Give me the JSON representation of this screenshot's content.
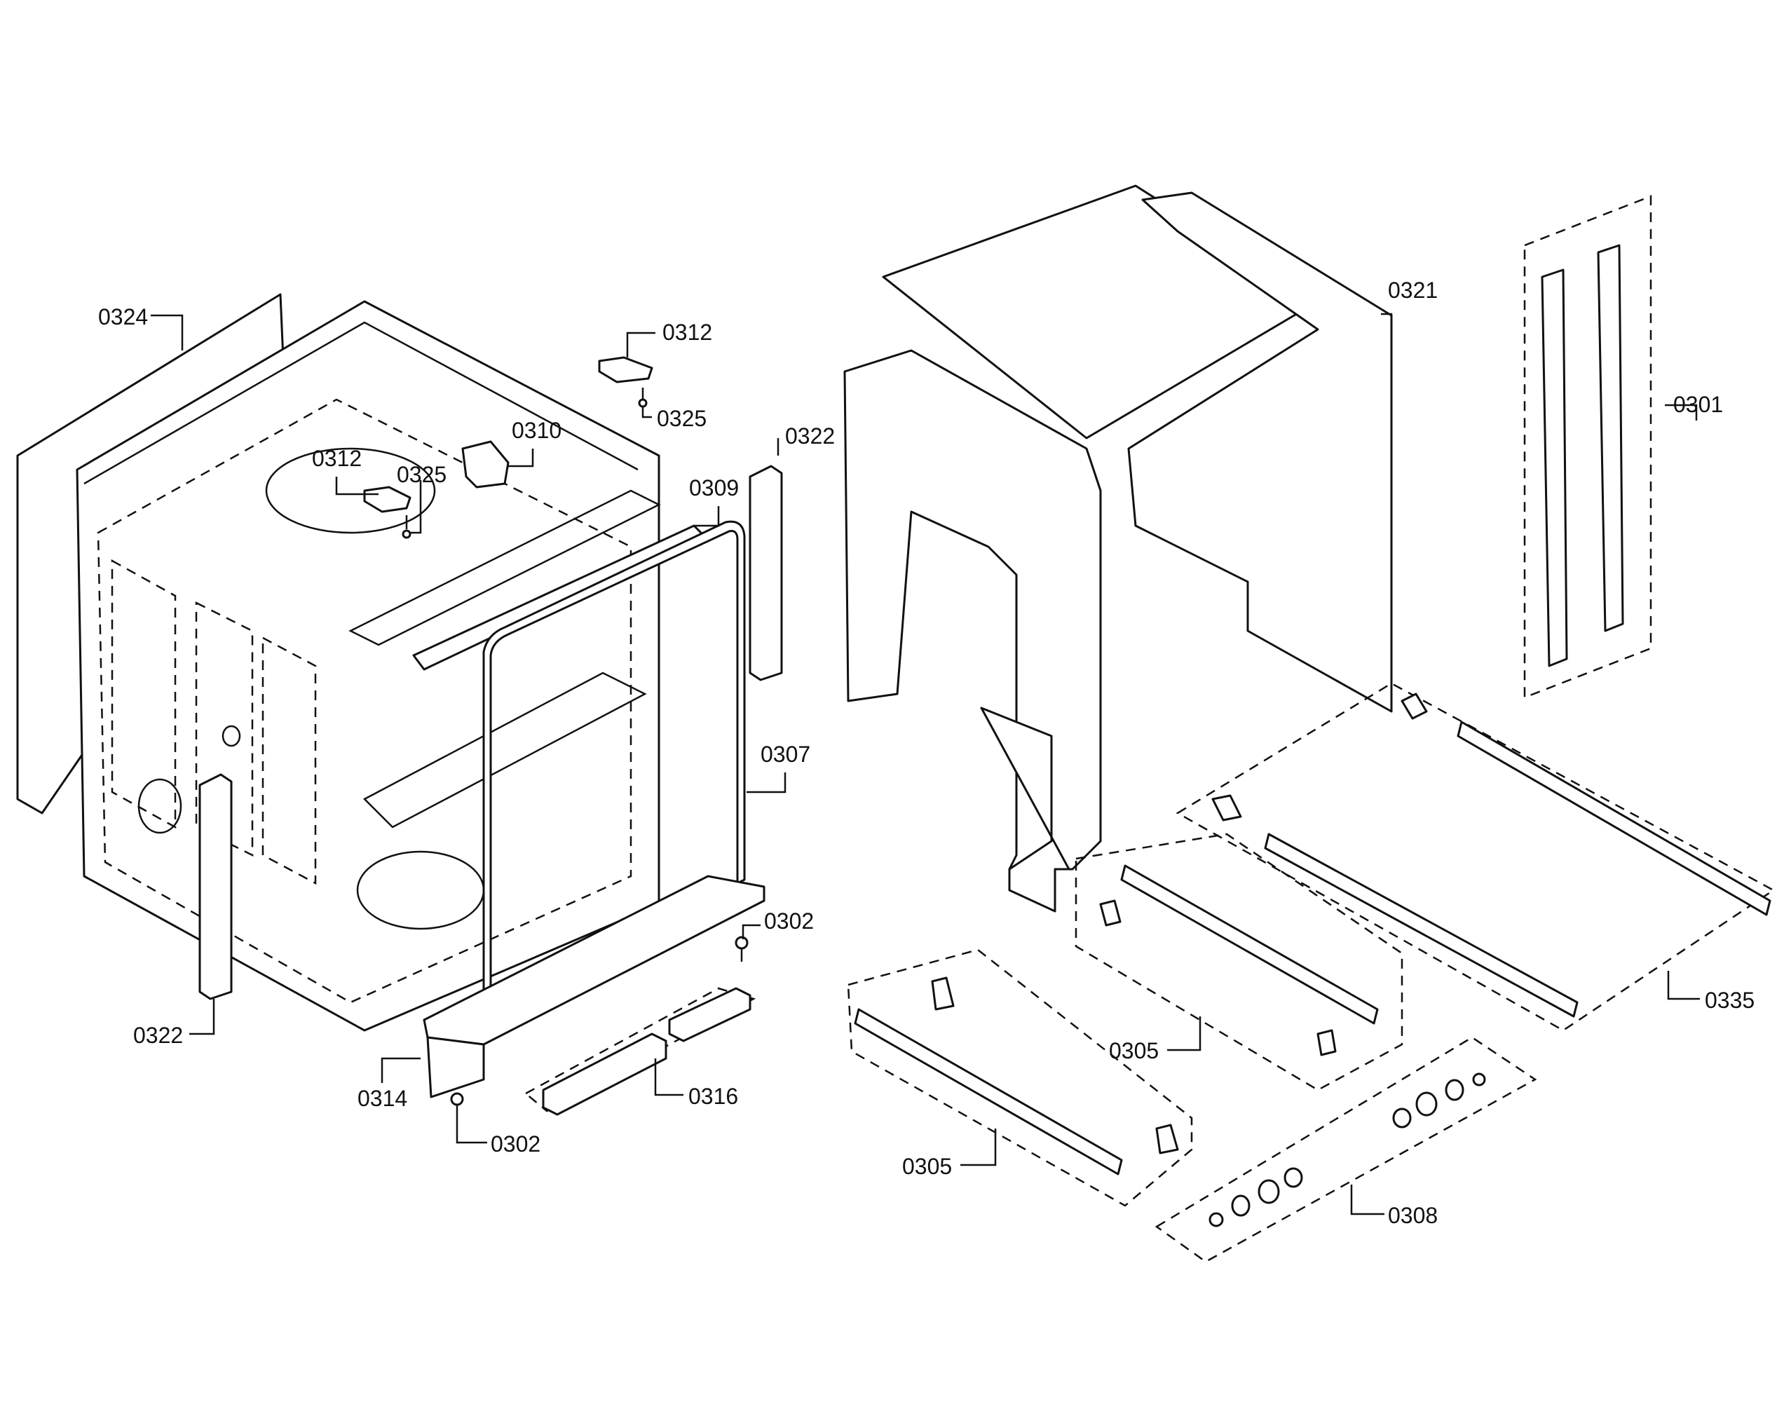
{
  "labels": {
    "l0324": "0324",
    "l0312a": "0312",
    "l0325a": "0325",
    "l0310": "0310",
    "l0312b": "0312",
    "l0325b": "0325",
    "l0322a": "0322",
    "l0309": "0309",
    "l0307": "0307",
    "l0302a": "0302",
    "l0322b": "0322",
    "l0314": "0314",
    "l0316": "0316",
    "l0302b": "0302",
    "l0321": "0321",
    "l0301": "0301",
    "l0335": "0335",
    "l0305a": "0305",
    "l0305b": "0305",
    "l0308": "0308"
  }
}
